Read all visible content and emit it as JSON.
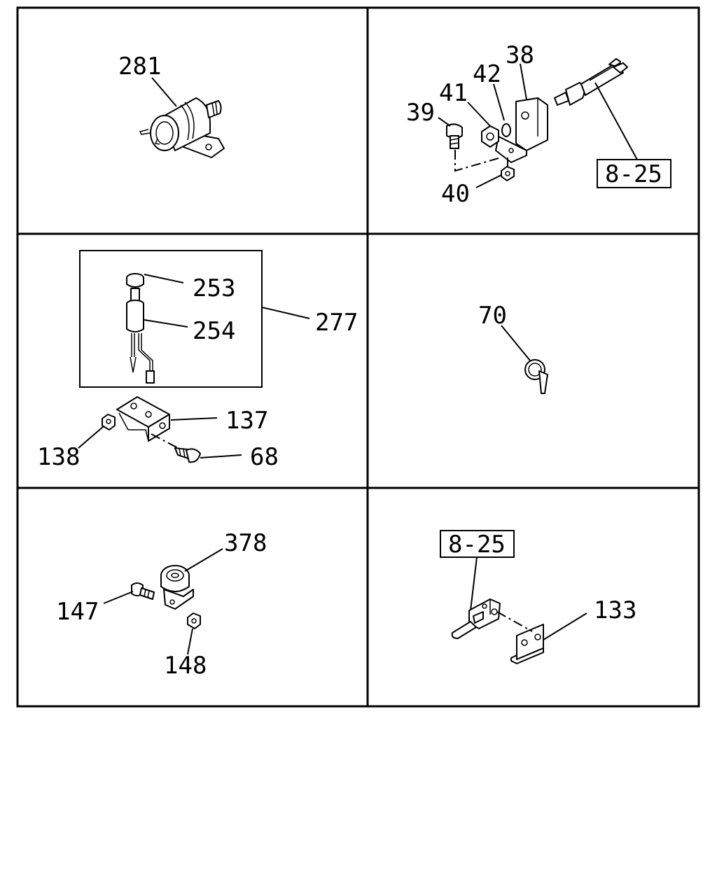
{
  "panels": {
    "p1": {
      "labels": [
        "281"
      ]
    },
    "p2": {
      "labels": [
        "38",
        "42",
        "41",
        "39",
        "40"
      ],
      "ref": "8-25"
    },
    "p3": {
      "labels": [
        "253",
        "254",
        "277",
        "137",
        "138",
        "68"
      ]
    },
    "p4": {
      "labels": [
        "70"
      ]
    },
    "p5": {
      "labels": [
        "378",
        "147",
        "148"
      ]
    },
    "p6": {
      "labels": [
        "133"
      ],
      "ref": "8-25"
    }
  }
}
